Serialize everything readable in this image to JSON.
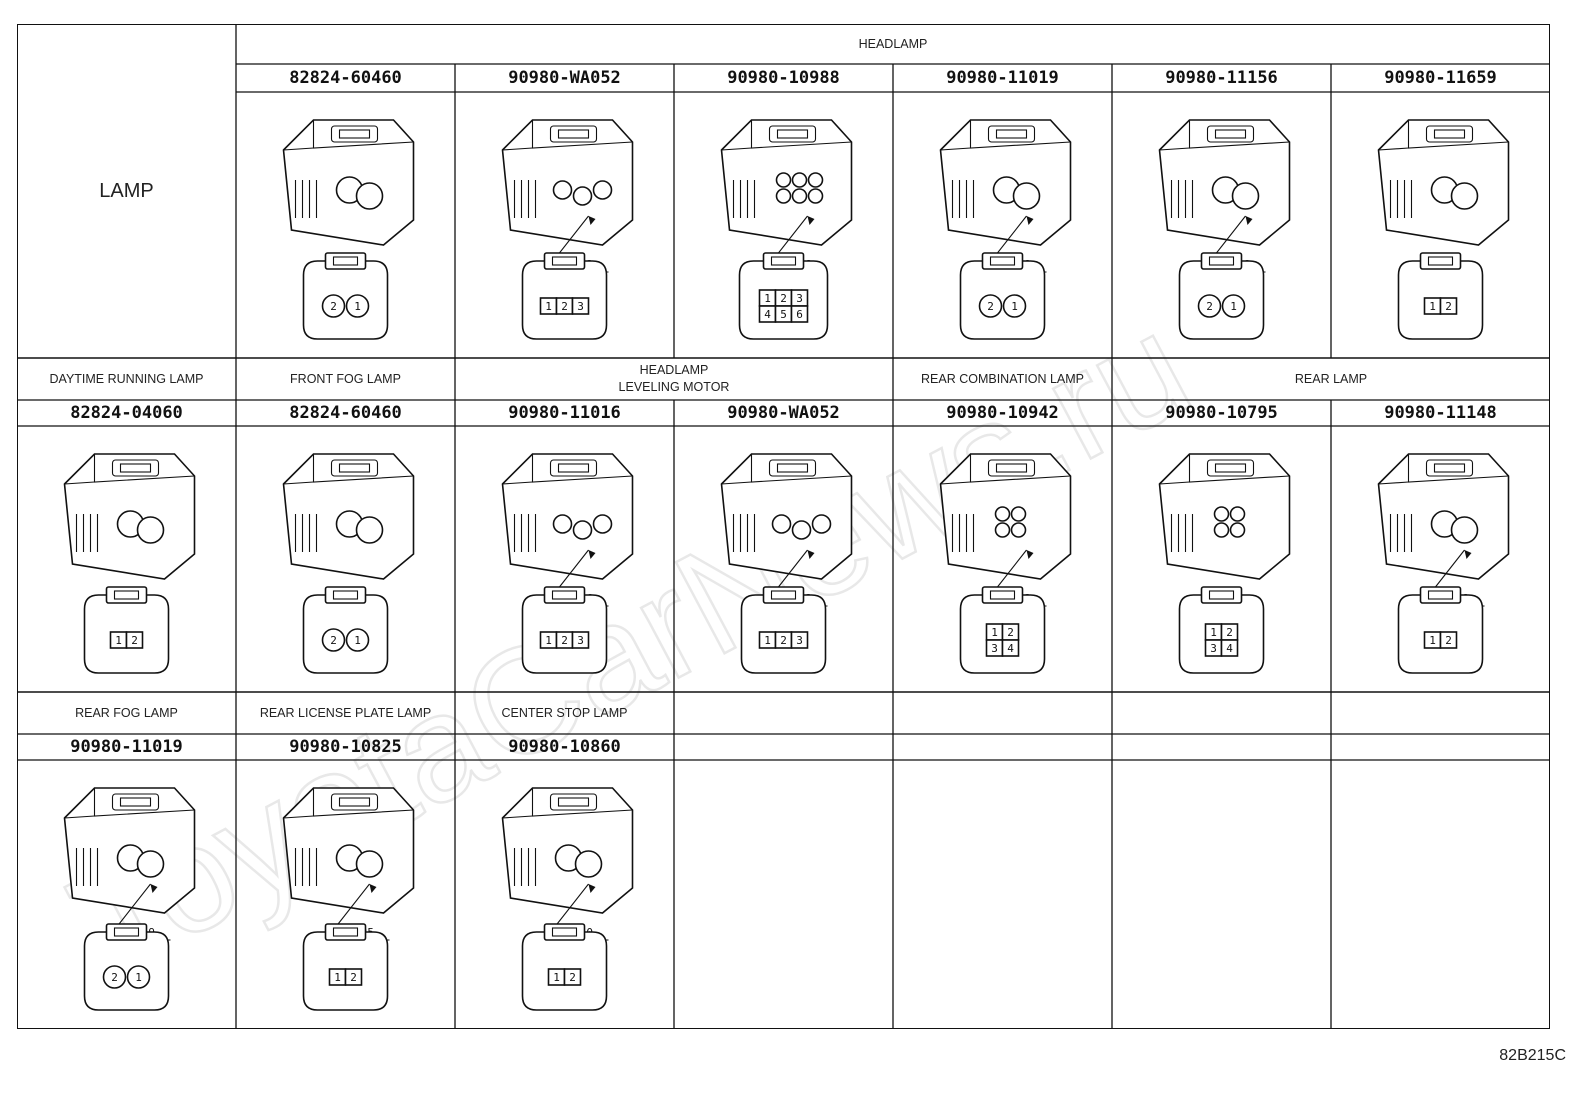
{
  "header_label": "LAMP",
  "rows": [
    {
      "groups": [
        {
          "label": "HEADLAMP",
          "span": 6
        }
      ],
      "cells": [
        {
          "part": "82824-60460",
          "callout": "",
          "pins": "2 1"
        },
        {
          "part": "90980-WA052",
          "callout": "WA052",
          "pins": "1 2 3"
        },
        {
          "part": "90980-10988",
          "callout": "10988",
          "pins": "1 2 3 4 5 6"
        },
        {
          "part": "90980-11019",
          "callout": "11019",
          "pins": "2 1"
        },
        {
          "part": "90980-11156",
          "callout": "11156",
          "pins": "2 1"
        },
        {
          "part": "90980-11659",
          "callout": "",
          "pins": "1 2"
        }
      ]
    },
    {
      "groups": [
        {
          "label": "DAYTIME RUNNING LAMP",
          "span": 1
        },
        {
          "label": "FRONT FOG LAMP",
          "span": 1
        },
        {
          "label": "HEADLAMP\nLEVELING MOTOR",
          "span": 2
        },
        {
          "label": "REAR COMBINATION LAMP",
          "span": 1
        },
        {
          "label": "REAR LAMP",
          "span": 2
        }
      ],
      "cells": [
        {
          "part": "82824-04060",
          "callout": "",
          "pins": "1 2"
        },
        {
          "part": "82824-60460",
          "callout": "",
          "pins": "2 1"
        },
        {
          "part": "90980-11016",
          "callout": "11016",
          "pins": "1 2 3"
        },
        {
          "part": "90980-WA052",
          "callout": "WA052",
          "pins": "1 2 3"
        },
        {
          "part": "90980-10942",
          "callout": "10942",
          "pins": "1 2 3 4"
        },
        {
          "part": "90980-10795",
          "callout": "",
          "pins": "1 2 3 4"
        },
        {
          "part": "90980-11148",
          "callout": "11148",
          "pins": "1 2"
        }
      ]
    },
    {
      "groups": [
        {
          "label": "REAR FOG LAMP",
          "span": 1
        },
        {
          "label": "REAR LICENSE PLATE LAMP",
          "span": 1
        },
        {
          "label": "CENTER STOP LAMP",
          "span": 1
        },
        {
          "label": "",
          "span": 1
        },
        {
          "label": "",
          "span": 1
        },
        {
          "label": "",
          "span": 1
        },
        {
          "label": "",
          "span": 1
        }
      ],
      "cells": [
        {
          "part": "90980-11019",
          "callout": "11019",
          "pins": "2 1"
        },
        {
          "part": "90980-10825",
          "callout": "10825",
          "pins": "1 2"
        },
        {
          "part": "90980-10860",
          "callout": "10860",
          "pins": "1 2"
        },
        {
          "part": "",
          "callout": "",
          "pins": ""
        },
        {
          "part": "",
          "callout": "",
          "pins": ""
        },
        {
          "part": "",
          "callout": "",
          "pins": ""
        },
        {
          "part": "",
          "callout": "",
          "pins": ""
        }
      ]
    }
  ],
  "diagram_code": "82B215C",
  "watermark": "ToyotaCarNews.ru"
}
